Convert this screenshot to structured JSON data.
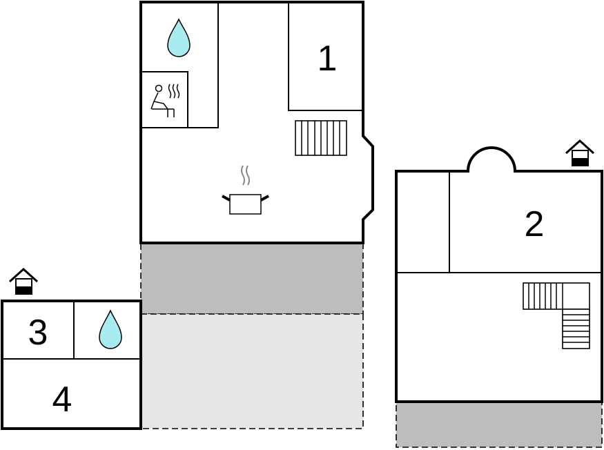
{
  "rooms": {
    "room_1": "1",
    "room_2": "2",
    "room_3": "3",
    "room_4": "4"
  },
  "colors": {
    "terrace_dark": "#bdbdbd",
    "terrace_light": "#e6e6e6",
    "water_drop": "#a8ecef",
    "wall": "#000000"
  },
  "icons": {
    "main": [
      "water-drop-icon",
      "sauna-icon",
      "stairs-icon",
      "cooking-pot-icon"
    ],
    "right": [
      "house-entrance-icon",
      "spiral-stairs-icon"
    ],
    "left": [
      "house-entrance-icon",
      "water-drop-icon"
    ]
  }
}
